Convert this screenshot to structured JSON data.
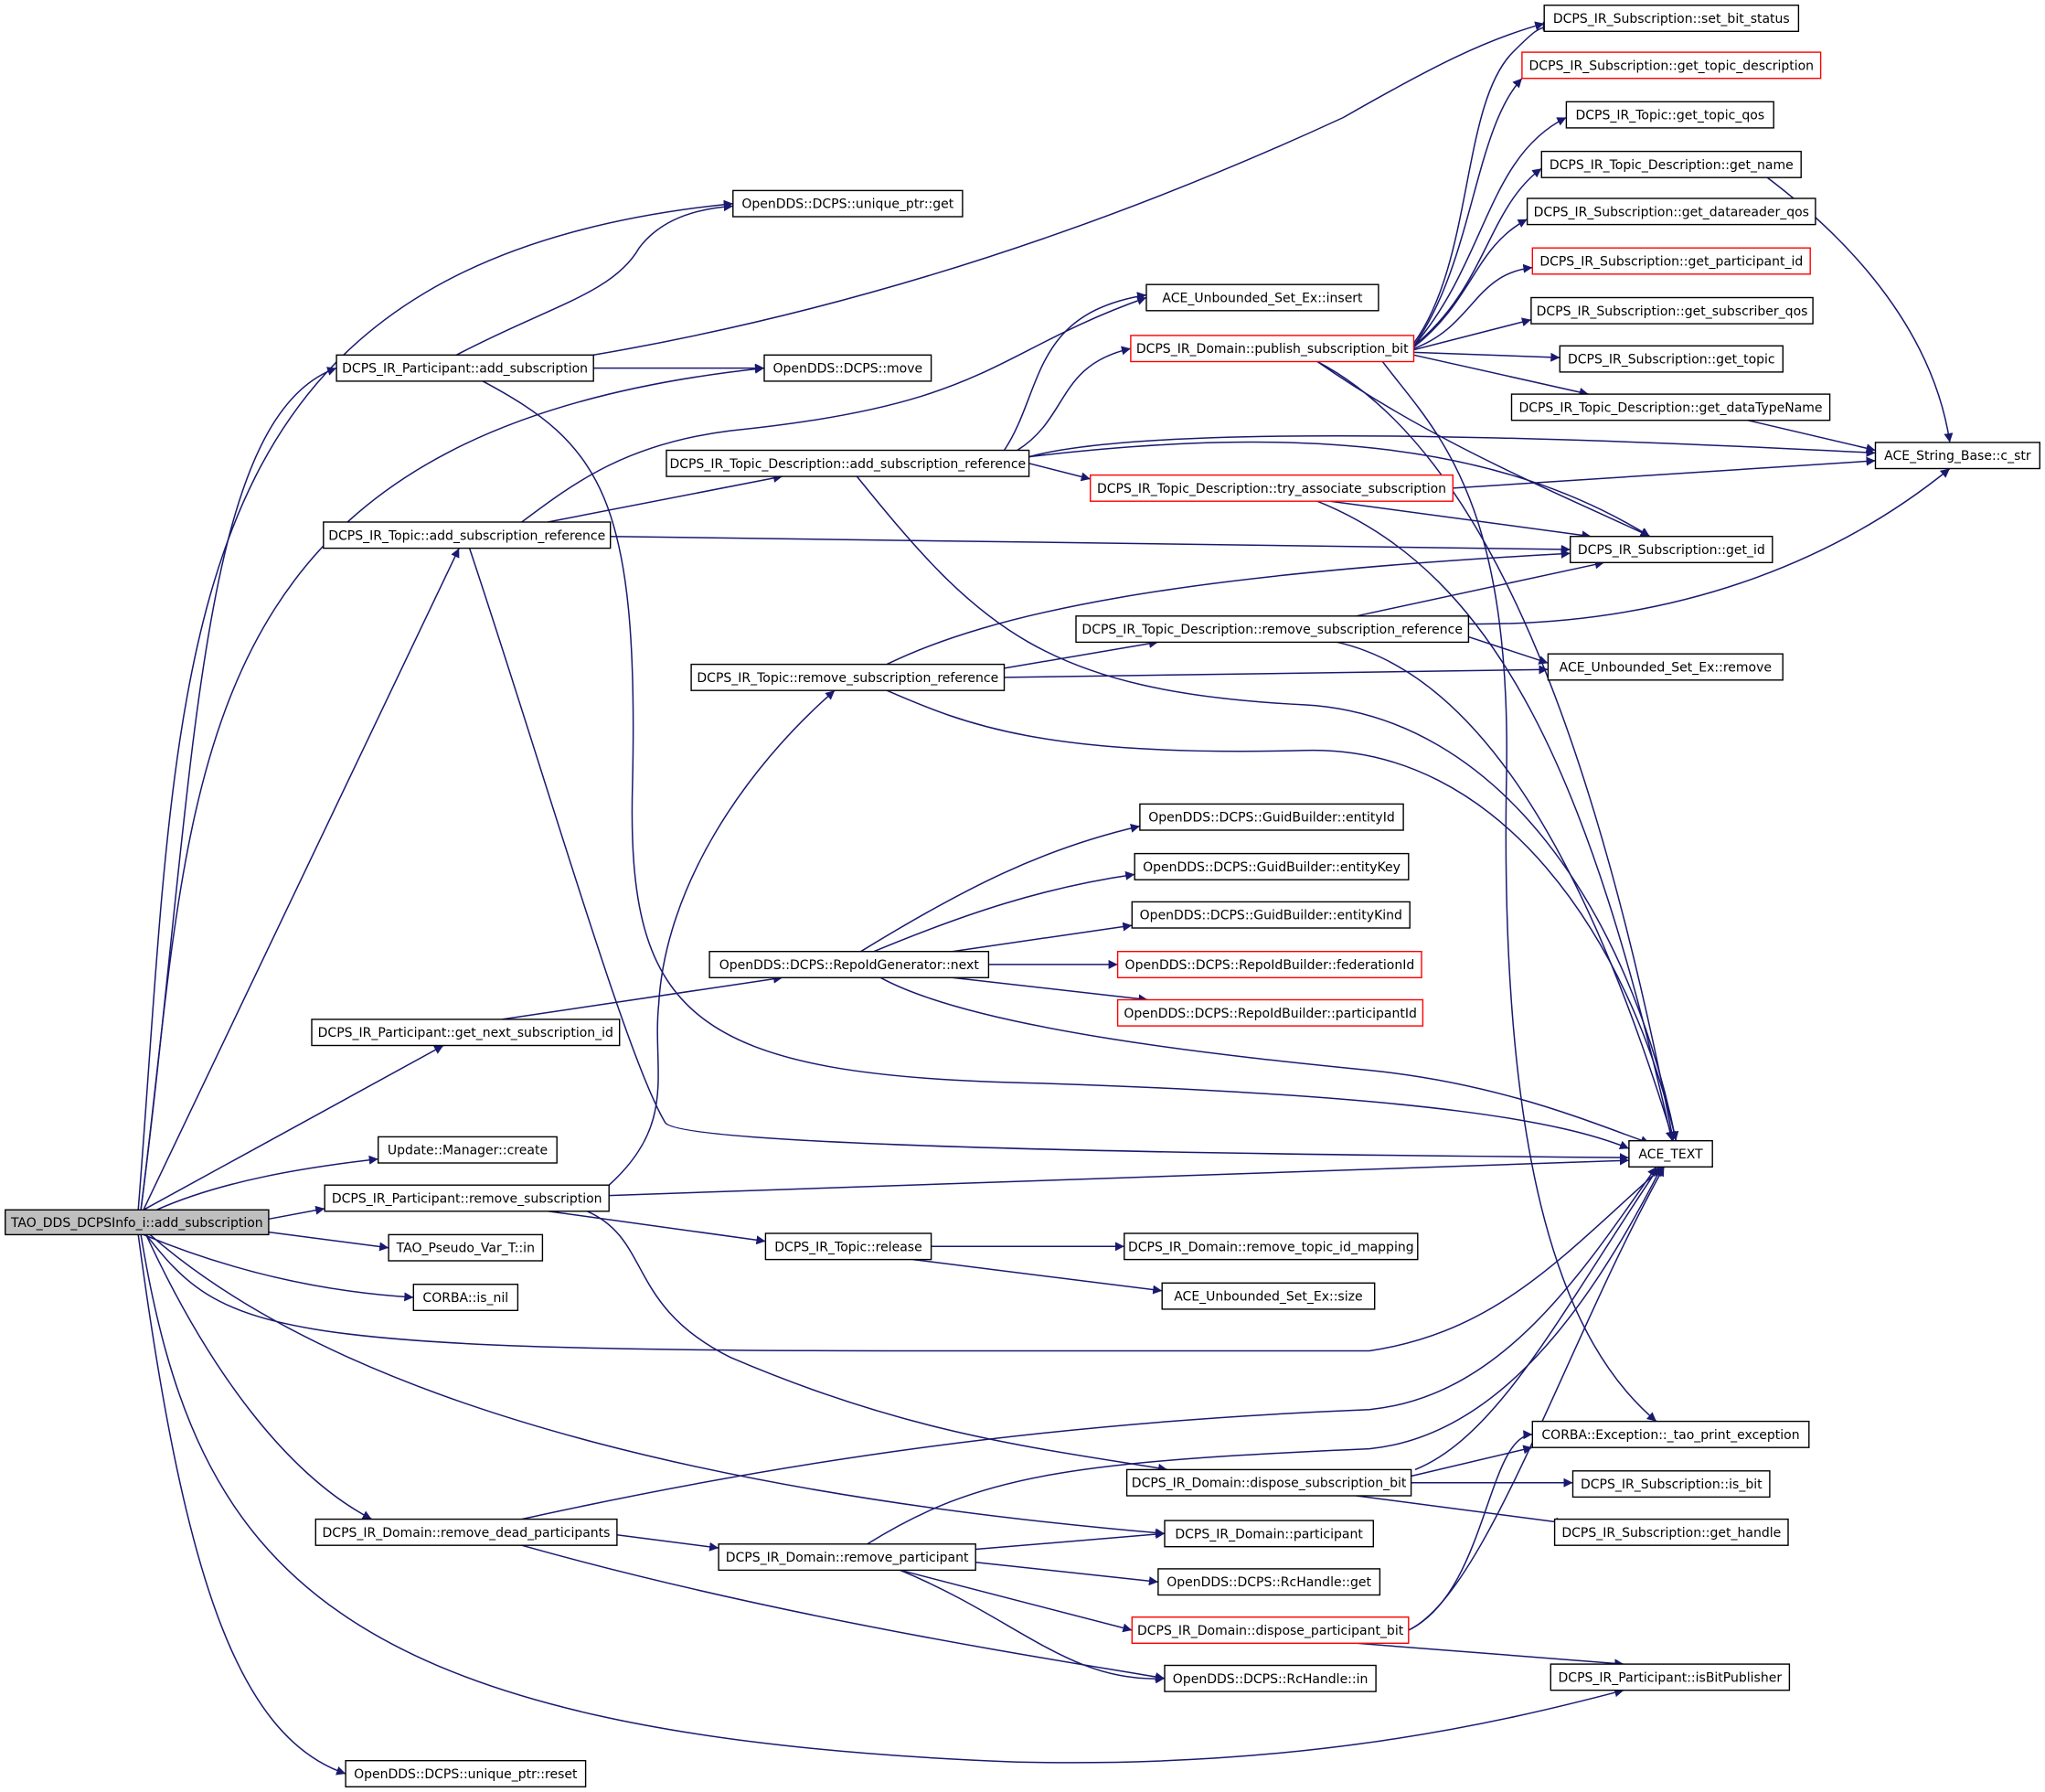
{
  "colors": {
    "edge": "#191970",
    "border": "#000000",
    "highlight_border": "#ff0000",
    "root_fill": "#bfbfbf",
    "background": "#ffffff"
  },
  "nodes": [
    {
      "id": "root",
      "label": "TAO_DDS_DCPSInfo_i::add_subscription",
      "style": "root"
    },
    {
      "id": "n1",
      "label": "OpenDDS::DCPS::unique_ptr::get",
      "style": "normal"
    },
    {
      "id": "n2",
      "label": "DCPS_IR_Participant::add_subscription",
      "style": "normal"
    },
    {
      "id": "n3",
      "label": "OpenDDS::DCPS::move",
      "style": "normal"
    },
    {
      "id": "n4",
      "label": "DCPS_IR_Subscription::set_bit_status",
      "style": "normal"
    },
    {
      "id": "n5",
      "label": "DCPS_IR_Subscription::get_topic_description",
      "style": "red"
    },
    {
      "id": "n6",
      "label": "DCPS_IR_Topic::get_topic_qos",
      "style": "normal"
    },
    {
      "id": "n7",
      "label": "DCPS_IR_Topic_Description::get_name",
      "style": "normal"
    },
    {
      "id": "n8",
      "label": "DCPS_IR_Subscription::get_datareader_qos",
      "style": "normal"
    },
    {
      "id": "n9",
      "label": "DCPS_IR_Subscription::get_participant_id",
      "style": "red"
    },
    {
      "id": "n10",
      "label": "DCPS_IR_Subscription::get_subscriber_qos",
      "style": "normal"
    },
    {
      "id": "n11",
      "label": "DCPS_IR_Subscription::get_topic",
      "style": "normal"
    },
    {
      "id": "n12",
      "label": "DCPS_IR_Topic_Description::get_dataTypeName",
      "style": "normal"
    },
    {
      "id": "n13",
      "label": "ACE_String_Base::c_str",
      "style": "normal"
    },
    {
      "id": "n14",
      "label": "ACE_Unbounded_Set_Ex::insert",
      "style": "normal"
    },
    {
      "id": "n15",
      "label": "DCPS_IR_Domain::publish_subscription_bit",
      "style": "red"
    },
    {
      "id": "n16",
      "label": "DCPS_IR_Topic_Description::add_subscription_reference",
      "style": "normal"
    },
    {
      "id": "n17",
      "label": "DCPS_IR_Topic_Description::try_associate_subscription",
      "style": "red"
    },
    {
      "id": "n18",
      "label": "DCPS_IR_Topic::add_subscription_reference",
      "style": "normal"
    },
    {
      "id": "n19",
      "label": "DCPS_IR_Subscription::get_id",
      "style": "normal"
    },
    {
      "id": "n20",
      "label": "DCPS_IR_Topic_Description::remove_subscription_reference",
      "style": "normal"
    },
    {
      "id": "n21",
      "label": "DCPS_IR_Topic::remove_subscription_reference",
      "style": "normal"
    },
    {
      "id": "n22",
      "label": "ACE_Unbounded_Set_Ex::remove",
      "style": "normal"
    },
    {
      "id": "n23",
      "label": "OpenDDS::DCPS::GuidBuilder::entityId",
      "style": "normal"
    },
    {
      "id": "n24",
      "label": "OpenDDS::DCPS::GuidBuilder::entityKey",
      "style": "normal"
    },
    {
      "id": "n25",
      "label": "OpenDDS::DCPS::GuidBuilder::entityKind",
      "style": "normal"
    },
    {
      "id": "n26",
      "label": "OpenDDS::DCPS::RepoIdGenerator::next",
      "style": "normal"
    },
    {
      "id": "n27",
      "label": "OpenDDS::DCPS::RepoIdBuilder::federationId",
      "style": "red"
    },
    {
      "id": "n28",
      "label": "OpenDDS::DCPS::RepoIdBuilder::participantId",
      "style": "red"
    },
    {
      "id": "n29",
      "label": "DCPS_IR_Participant::get_next_subscription_id",
      "style": "normal"
    },
    {
      "id": "n30",
      "label": "ACE_TEXT",
      "style": "normal"
    },
    {
      "id": "n31",
      "label": "Update::Manager::create",
      "style": "normal"
    },
    {
      "id": "n32",
      "label": "DCPS_IR_Participant::remove_subscription",
      "style": "normal"
    },
    {
      "id": "n33",
      "label": "TAO_Pseudo_Var_T::in",
      "style": "normal"
    },
    {
      "id": "n34",
      "label": "DCPS_IR_Topic::release",
      "style": "normal"
    },
    {
      "id": "n35",
      "label": "DCPS_IR_Domain::remove_topic_id_mapping",
      "style": "normal"
    },
    {
      "id": "n36",
      "label": "CORBA::is_nil",
      "style": "normal"
    },
    {
      "id": "n37",
      "label": "ACE_Unbounded_Set_Ex::size",
      "style": "normal"
    },
    {
      "id": "n38",
      "label": "CORBA::Exception::_tao_print_exception",
      "style": "normal"
    },
    {
      "id": "n39",
      "label": "DCPS_IR_Domain::dispose_subscription_bit",
      "style": "normal"
    },
    {
      "id": "n40",
      "label": "DCPS_IR_Subscription::is_bit",
      "style": "normal"
    },
    {
      "id": "n41",
      "label": "DCPS_IR_Subscription::get_handle",
      "style": "normal"
    },
    {
      "id": "n42",
      "label": "DCPS_IR_Domain::remove_dead_participants",
      "style": "normal"
    },
    {
      "id": "n43",
      "label": "DCPS_IR_Domain::participant",
      "style": "normal"
    },
    {
      "id": "n44",
      "label": "DCPS_IR_Domain::remove_participant",
      "style": "normal"
    },
    {
      "id": "n45",
      "label": "OpenDDS::DCPS::RcHandle::get",
      "style": "normal"
    },
    {
      "id": "n46",
      "label": "DCPS_IR_Domain::dispose_participant_bit",
      "style": "red"
    },
    {
      "id": "n47",
      "label": "OpenDDS::DCPS::RcHandle::in",
      "style": "normal"
    },
    {
      "id": "n48",
      "label": "DCPS_IR_Participant::isBitPublisher",
      "style": "normal"
    },
    {
      "id": "n49",
      "label": "OpenDDS::DCPS::unique_ptr::reset",
      "style": "normal"
    }
  ],
  "edges": [
    [
      "root",
      "n1"
    ],
    [
      "root",
      "n2"
    ],
    [
      "root",
      "n3"
    ],
    [
      "root",
      "n18"
    ],
    [
      "root",
      "n29"
    ],
    [
      "root",
      "n31"
    ],
    [
      "root",
      "n32"
    ],
    [
      "root",
      "n33"
    ],
    [
      "root",
      "n36"
    ],
    [
      "root",
      "n30"
    ],
    [
      "root",
      "n43"
    ],
    [
      "root",
      "n42"
    ],
    [
      "root",
      "n48"
    ],
    [
      "root",
      "n49"
    ],
    [
      "n2",
      "n1"
    ],
    [
      "n2",
      "n3"
    ],
    [
      "n2",
      "n4"
    ],
    [
      "n2",
      "n30"
    ],
    [
      "n18",
      "n14"
    ],
    [
      "n18",
      "n16"
    ],
    [
      "n18",
      "n19"
    ],
    [
      "n18",
      "n30"
    ],
    [
      "n16",
      "n14"
    ],
    [
      "n16",
      "n15"
    ],
    [
      "n16",
      "n17"
    ],
    [
      "n16",
      "n19"
    ],
    [
      "n16",
      "n13"
    ],
    [
      "n16",
      "n30"
    ],
    [
      "n15",
      "n4"
    ],
    [
      "n15",
      "n5"
    ],
    [
      "n15",
      "n6"
    ],
    [
      "n15",
      "n7"
    ],
    [
      "n15",
      "n8"
    ],
    [
      "n15",
      "n9"
    ],
    [
      "n15",
      "n10"
    ],
    [
      "n15",
      "n11"
    ],
    [
      "n15",
      "n12"
    ],
    [
      "n15",
      "n19"
    ],
    [
      "n15",
      "n30"
    ],
    [
      "n15",
      "n38"
    ],
    [
      "n7",
      "n13"
    ],
    [
      "n12",
      "n13"
    ],
    [
      "n17",
      "n13"
    ],
    [
      "n17",
      "n19"
    ],
    [
      "n17",
      "n30"
    ],
    [
      "n20",
      "n19"
    ],
    [
      "n20",
      "n13"
    ],
    [
      "n20",
      "n22"
    ],
    [
      "n20",
      "n30"
    ],
    [
      "n21",
      "n19"
    ],
    [
      "n21",
      "n20"
    ],
    [
      "n21",
      "n22"
    ],
    [
      "n21",
      "n30"
    ],
    [
      "n29",
      "n26"
    ],
    [
      "n26",
      "n23"
    ],
    [
      "n26",
      "n24"
    ],
    [
      "n26",
      "n25"
    ],
    [
      "n26",
      "n27"
    ],
    [
      "n26",
      "n28"
    ],
    [
      "n26",
      "n30"
    ],
    [
      "n32",
      "n21"
    ],
    [
      "n32",
      "n30"
    ],
    [
      "n32",
      "n34"
    ],
    [
      "n32",
      "n39"
    ],
    [
      "n34",
      "n35"
    ],
    [
      "n34",
      "n37"
    ],
    [
      "n39",
      "n30"
    ],
    [
      "n39",
      "n38"
    ],
    [
      "n39",
      "n40"
    ],
    [
      "n39",
      "n41"
    ],
    [
      "n42",
      "n30"
    ],
    [
      "n42",
      "n44"
    ],
    [
      "n42",
      "n47"
    ],
    [
      "n44",
      "n30"
    ],
    [
      "n44",
      "n43"
    ],
    [
      "n44",
      "n45"
    ],
    [
      "n44",
      "n46"
    ],
    [
      "n44",
      "n47"
    ],
    [
      "n46",
      "n30"
    ],
    [
      "n46",
      "n38"
    ],
    [
      "n46",
      "n48"
    ]
  ]
}
